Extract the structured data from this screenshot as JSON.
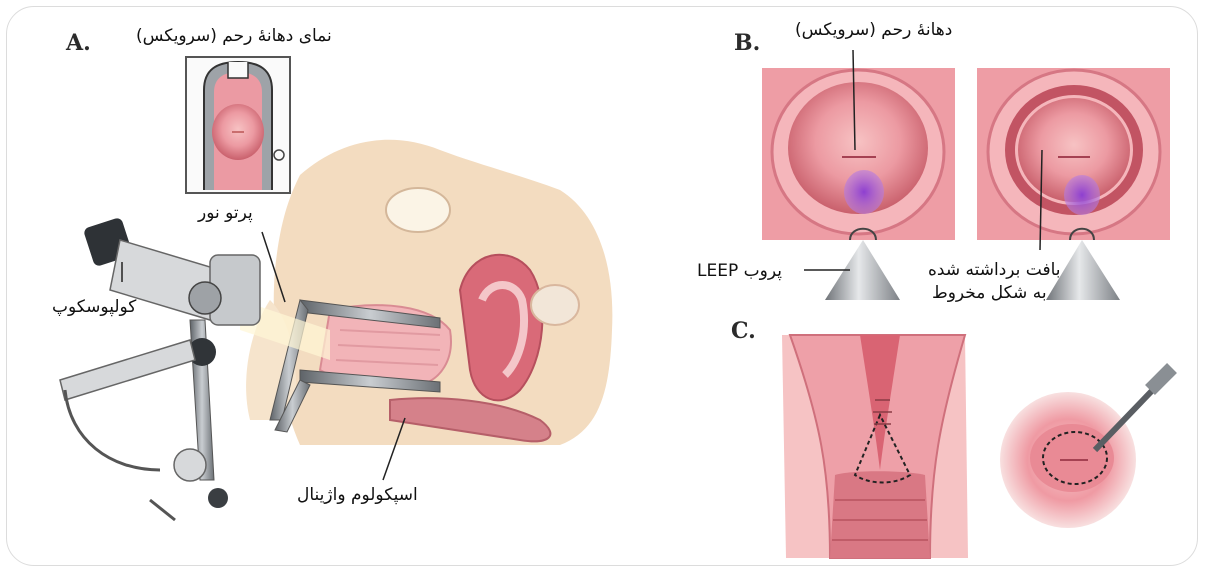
{
  "panels": {
    "a": {
      "letter": "A.",
      "cervix_view_label": "نمای دهانۀ رحم (سرویکس)",
      "light_label": "پرتو نور",
      "colposcope_label": "کولپوسکوپ",
      "speculum_label": "اسپکولوم واژینال"
    },
    "b": {
      "letter": "B.",
      "cervix_label": "دهانۀ رحم (سرویکس)",
      "probe_label": "پروب LEEP",
      "cone_tissue_label_line1": "بافت برداشته شده",
      "cone_tissue_label_line2": "به شکل مخروط"
    },
    "c": {
      "letter": "C."
    }
  },
  "colors": {
    "tissue_pink": "#e98a95",
    "tissue_light": "#f6c3c4",
    "lesion_purple": "#9b4fd1",
    "skin_beige": "#f3dcc0",
    "metal_gray": "#9aa0a6"
  }
}
